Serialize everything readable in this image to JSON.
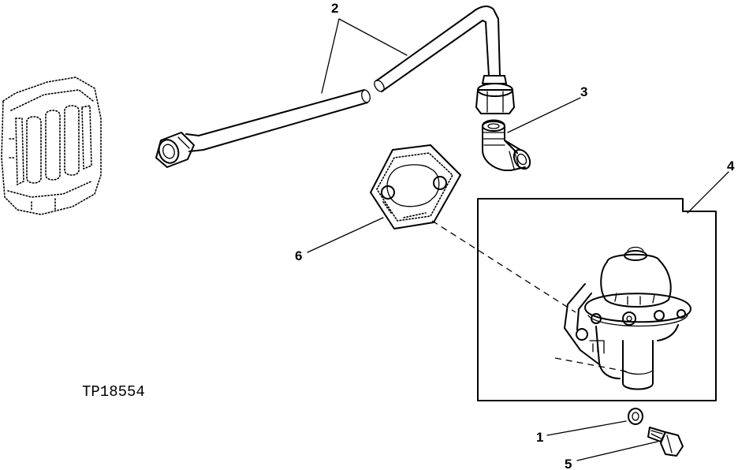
{
  "figure_id": "TP18554",
  "callouts": {
    "c1": "1",
    "c2": "2",
    "c3": "3",
    "c4": "4",
    "c5": "5",
    "c6": "6"
  },
  "parts": {
    "engine_block": "engine-block-icon",
    "fuel_line": "fuel-line-icon",
    "elbow_fitting": "elbow-fitting-icon",
    "gasket": "gasket-icon",
    "fuel_pump": "fuel-pump-icon",
    "washer": "washer-icon",
    "cap_screw": "cap-screw-icon"
  },
  "colors": {
    "ink": "#000000",
    "paper": "#ffffff"
  }
}
